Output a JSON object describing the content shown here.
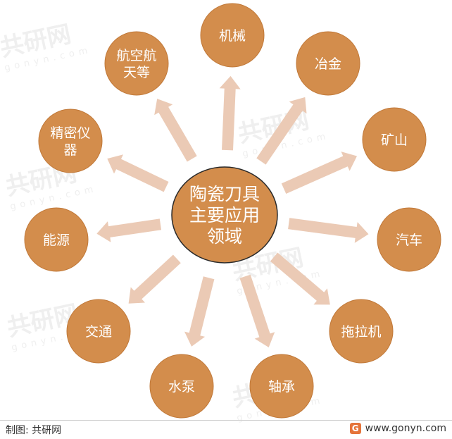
{
  "center": {
    "lines": [
      "陶瓷刀具",
      "主要应用",
      "领域"
    ]
  },
  "nodes": [
    {
      "id": "jixie",
      "lines": [
        "机械"
      ]
    },
    {
      "id": "yejin",
      "lines": [
        "冶金"
      ]
    },
    {
      "id": "kuangshan",
      "lines": [
        "矿山"
      ]
    },
    {
      "id": "qiche",
      "lines": [
        "汽车"
      ]
    },
    {
      "id": "tuolaji",
      "lines": [
        "拖拉机"
      ]
    },
    {
      "id": "zhoucheng",
      "lines": [
        "轴承"
      ]
    },
    {
      "id": "shuibeng",
      "lines": [
        "水泵"
      ]
    },
    {
      "id": "jiaotong",
      "lines": [
        "交通"
      ]
    },
    {
      "id": "nengyuan",
      "lines": [
        "能源"
      ]
    },
    {
      "id": "jingmi",
      "lines": [
        "精密仪",
        "器"
      ]
    },
    {
      "id": "hangkong",
      "lines": [
        "航空航",
        "天等"
      ]
    }
  ],
  "colors": {
    "node_fill": "#d38d4c",
    "node_stroke": "#c07838",
    "center_fill": "#d38d4c",
    "center_stroke": "#2a2a2a",
    "arrow": "#ebcab5"
  },
  "watermark": {
    "text": "共研网",
    "sub": "gonyn.com"
  },
  "footer": {
    "source": "制图: 共研网",
    "website": "www.gonyn.com",
    "logo_icon": "gonyn-logo-icon"
  }
}
